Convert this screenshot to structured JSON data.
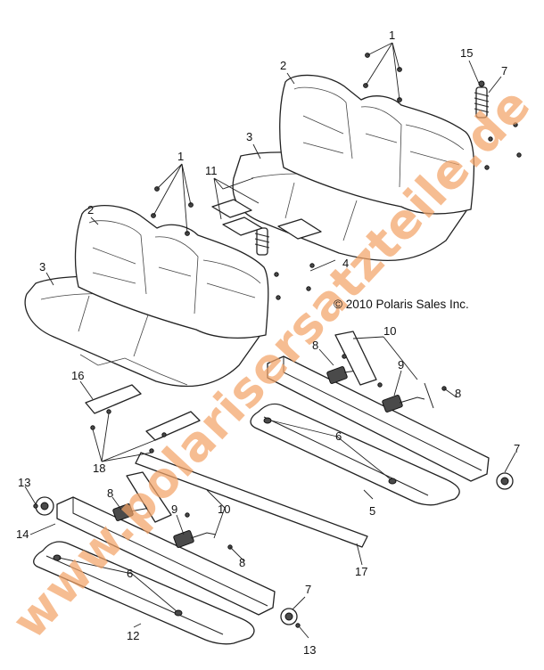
{
  "copyright": "© 2010 Polaris Sales Inc.",
  "watermark": "www.polarisersatzteile.de",
  "callouts": [
    "1",
    "2",
    "3",
    "1",
    "11",
    "2",
    "15",
    "7",
    "3",
    "4",
    "10",
    "8",
    "9",
    "8",
    "16",
    "6",
    "7",
    "18",
    "13",
    "8",
    "9",
    "10",
    "14",
    "8",
    "6",
    "5",
    "17",
    "12",
    "7",
    "13"
  ],
  "icons": {
    "fastener": "bolt-icon",
    "damper": "spring-icon",
    "buckle": "seat-belt-buckle-icon"
  }
}
